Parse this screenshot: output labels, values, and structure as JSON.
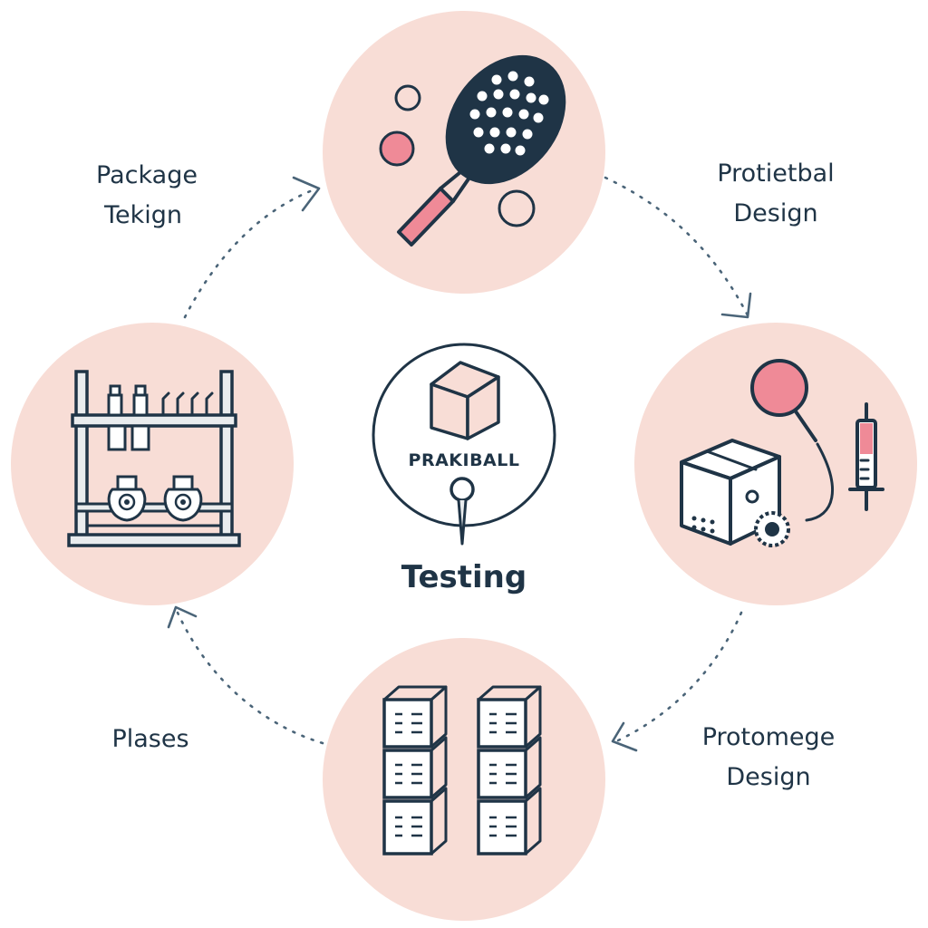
{
  "center": {
    "badge_text": "PRAKIBALL",
    "title": "Testing"
  },
  "stages": {
    "top_right": {
      "line1": "Protietbal",
      "line2": "Design"
    },
    "bottom_right": {
      "line1": "Protomege",
      "line2": "Design"
    },
    "bottom_left": {
      "line1": "Plases"
    },
    "top_left": {
      "line1": "Package",
      "line2": "Tekign"
    }
  },
  "icons": {
    "top": "paddle-racket-icon",
    "right": "box-magnifier-syringe-icon",
    "bottom": "stacked-boxes-icon",
    "left": "shelf-rack-icon",
    "center": "cube-badge-icon"
  },
  "colors": {
    "circle_fill": "#f8ddd6",
    "accent_pink": "#ef8a97",
    "ink": "#1f3446",
    "arrow": "#4a6478"
  }
}
